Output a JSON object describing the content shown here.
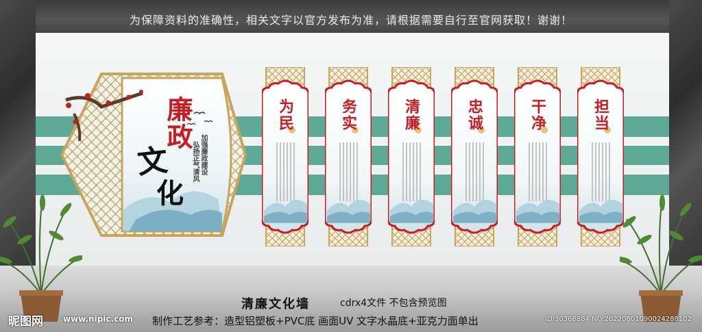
{
  "disclaimer": "为保障资料的准确性，相关文字以官方发布为准，请根据需要自行至官网获取！谢谢！",
  "emblem": {
    "title": "廉政",
    "slogan_line1": "加强廉政建设",
    "slogan_line2": "弘扬正气清风",
    "calligraphy_1": "文",
    "calligraphy_2": "化"
  },
  "panels": [
    {
      "title": "为民"
    },
    {
      "title": "务实"
    },
    {
      "title": "清廉"
    },
    {
      "title": "忠诚"
    },
    {
      "title": "干净"
    },
    {
      "title": "担当"
    }
  ],
  "caption": {
    "title": "清廉文化墙",
    "file": "cdrx4文件 不包含预览图",
    "craft": "制作工艺参考：造型铝塑板+PVC底 画面UV 文字水晶底+亚克力面单出"
  },
  "watermark": {
    "logo": "昵图网",
    "url": "www.nipic.com",
    "id": "ID:30366884 NO:20220801090024288102"
  },
  "colors": {
    "accent_red": "#c41e24",
    "stripe_green": "#5ea896",
    "frame_gold": "#c9a45c"
  }
}
